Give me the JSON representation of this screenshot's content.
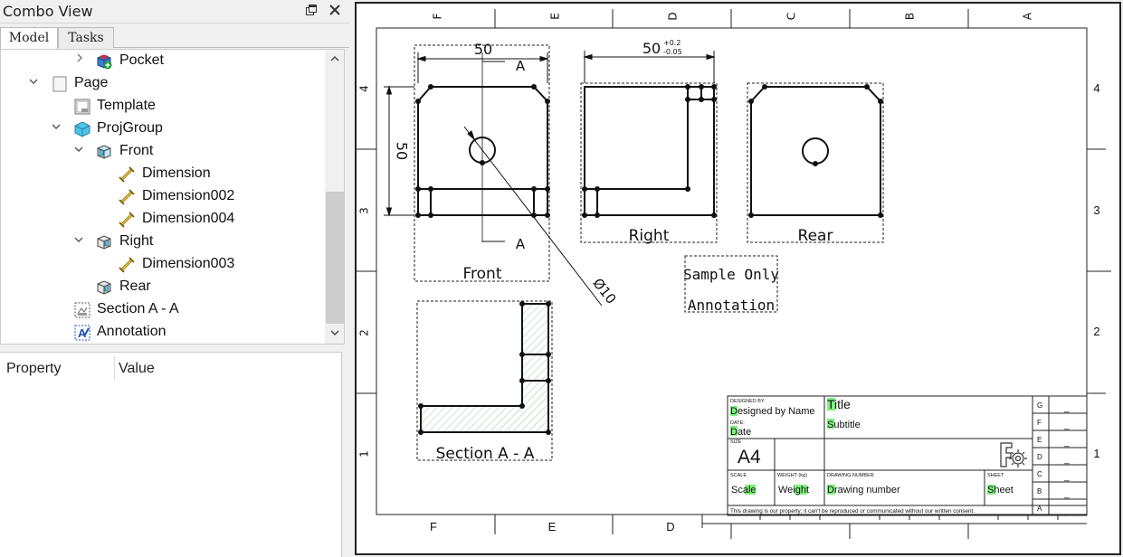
{
  "combo": {
    "title": "Combo View",
    "float_icon": "float-icon",
    "close_icon": "close-icon",
    "tabs": [
      {
        "label": "Model"
      },
      {
        "label": "Tasks"
      }
    ]
  },
  "tree": {
    "items": [
      {
        "label": "Pocket",
        "icon": "pocket-icon"
      },
      {
        "label": "Page",
        "icon": "page-icon"
      },
      {
        "label": "Template",
        "icon": "template-icon"
      },
      {
        "label": "ProjGroup",
        "icon": "projgroup-icon"
      },
      {
        "label": "Front",
        "icon": "view-icon"
      },
      {
        "label": "Dimension",
        "icon": "dimension-icon"
      },
      {
        "label": "Dimension002",
        "icon": "dimension-icon"
      },
      {
        "label": "Dimension004",
        "icon": "dimension-icon"
      },
      {
        "label": "Right",
        "icon": "view-icon"
      },
      {
        "label": "Dimension003",
        "icon": "dimension-icon"
      },
      {
        "label": "Rear",
        "icon": "view-icon"
      },
      {
        "label": "Section A - A",
        "icon": "section-icon"
      },
      {
        "label": "Annotation",
        "icon": "annotation-icon"
      }
    ]
  },
  "properties": {
    "col_property": "Property",
    "col_value": "Value"
  },
  "drawing": {
    "border_cols": [
      "F",
      "E",
      "D",
      "C",
      "B",
      "A"
    ],
    "border_rows": [
      "4",
      "3",
      "2",
      "1"
    ],
    "views": {
      "front": "Front",
      "right": "Right",
      "rear": "Rear",
      "section": "Section A - A"
    },
    "dims": {
      "front_width": "50",
      "front_height": "50",
      "right_width": "50",
      "tol_upper": "+0.2",
      "tol_lower": "-0.05",
      "hole": "Ø10",
      "section_marker": "A"
    },
    "annotation": [
      "Sample Only",
      "Annotation"
    ]
  },
  "titleblock": {
    "designed_by_caption": "DESIGNED BY:",
    "designed_by": "Designed by Name",
    "date_caption": "DATE:",
    "date": "Date",
    "size_caption": "SIZE",
    "size": "A4",
    "title": "Title",
    "subtitle": "Subtitle",
    "scale_caption": "SCALE",
    "scale": "Scale",
    "weight_caption": "WEIGHT (kg)",
    "weight": "Weight",
    "drawing_number_caption": "DRAWING NUMBER",
    "drawing_number": "Drawing number",
    "sheet_caption": "SHEET",
    "sheet": "Sheet",
    "revisions": [
      "G",
      "F",
      "E",
      "D",
      "C",
      "B",
      "A"
    ],
    "revision_value": "_",
    "disclaimer": "This drawing is our property; it can't be reproduced or communicated without our written consent."
  },
  "colors": {
    "highlight": "#7cf27c",
    "hatch": "#2e9e2e"
  }
}
